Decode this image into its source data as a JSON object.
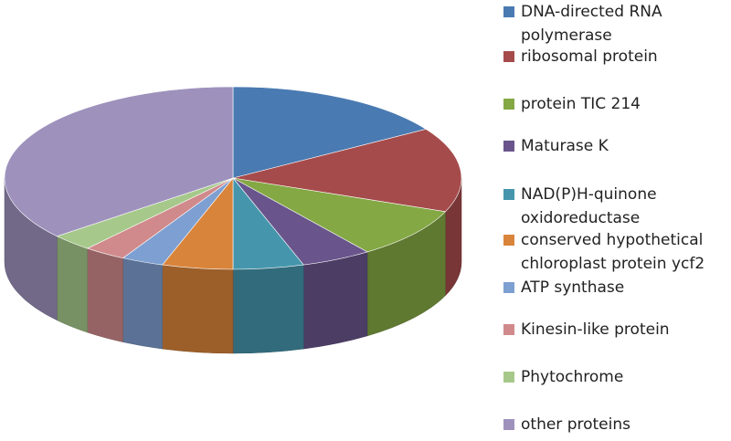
{
  "chart_data": {
    "type": "pie",
    "three_d": true,
    "legend_position": "right",
    "categories": [
      "DNA-directed RNA polymerase",
      "ribosomal protein",
      "protein TIC 214",
      "Maturase K",
      "NAD(P)H-quinone oxidoreductase",
      "conserved hypothetical chloroplast protein ycf2",
      "ATP synthase",
      "Kinesin-like protein",
      "Phytochrome",
      "other proteins"
    ],
    "values": [
      16,
      15,
      9,
      5,
      5,
      5,
      3,
      3,
      3,
      36
    ],
    "colors": [
      "#4a7ab2",
      "#a64b4b",
      "#84a844",
      "#69558c",
      "#4596ac",
      "#d9843b",
      "#7e9fd1",
      "#d18a8c",
      "#a6c98b",
      "#9e92bd"
    ]
  }
}
